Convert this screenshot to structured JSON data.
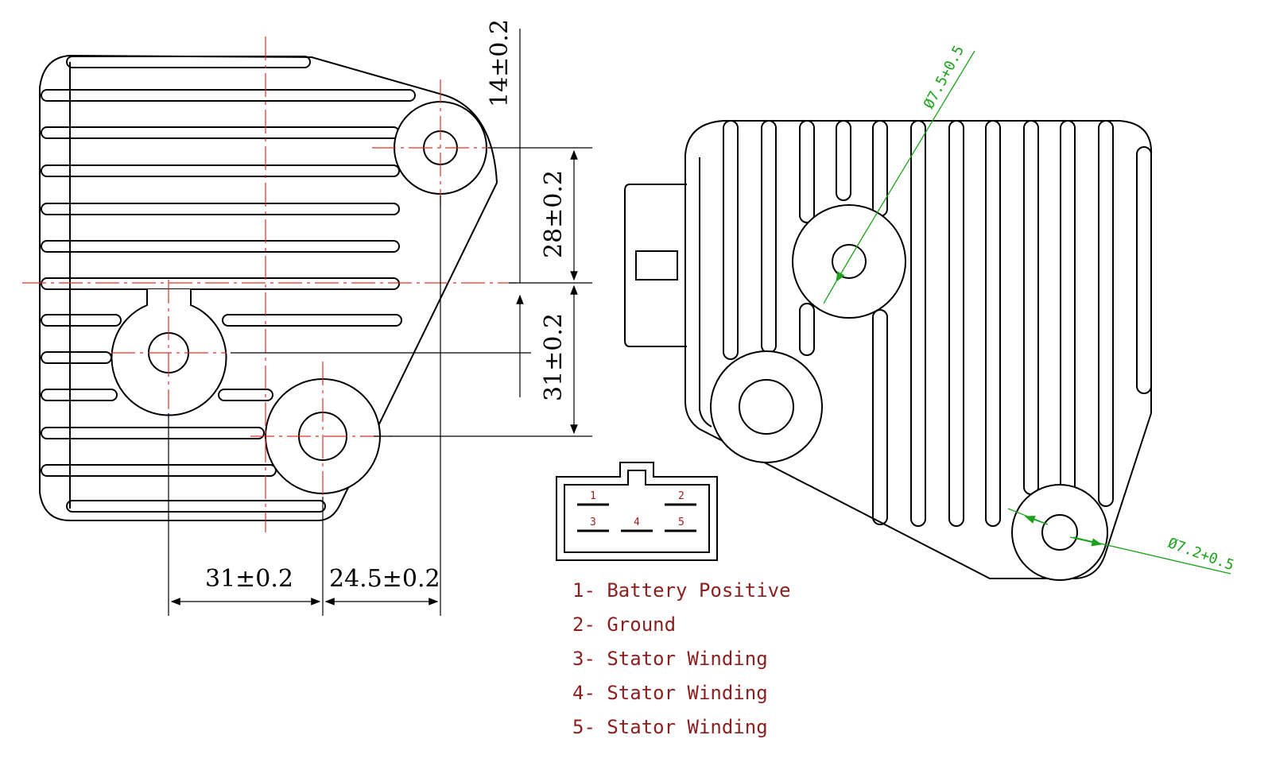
{
  "dimensions": {
    "top_offset": "14±0.2",
    "upper_vertical": "28±0.2",
    "lower_vertical": "31±0.2",
    "left_horizontal": "31±0.2",
    "right_horizontal": "24.5±0.2"
  },
  "hole_diameters": {
    "upper": "Ø7.5+0.5",
    "lower": "Ø7.2+0.5"
  },
  "connector": {
    "pins": [
      "1",
      "2",
      "3",
      "4",
      "5"
    ]
  },
  "pinout": [
    {
      "label": "1- Battery Positive"
    },
    {
      "label": "2- Ground"
    },
    {
      "label": "3- Stator Winding"
    },
    {
      "label": "4- Stator Winding"
    },
    {
      "label": "5- Stator Winding"
    }
  ],
  "colors": {
    "outline": "#000000",
    "centerline": "#e0302a",
    "diameter_dim": "#1aa31a",
    "pin_text": "#8b1e1e"
  }
}
